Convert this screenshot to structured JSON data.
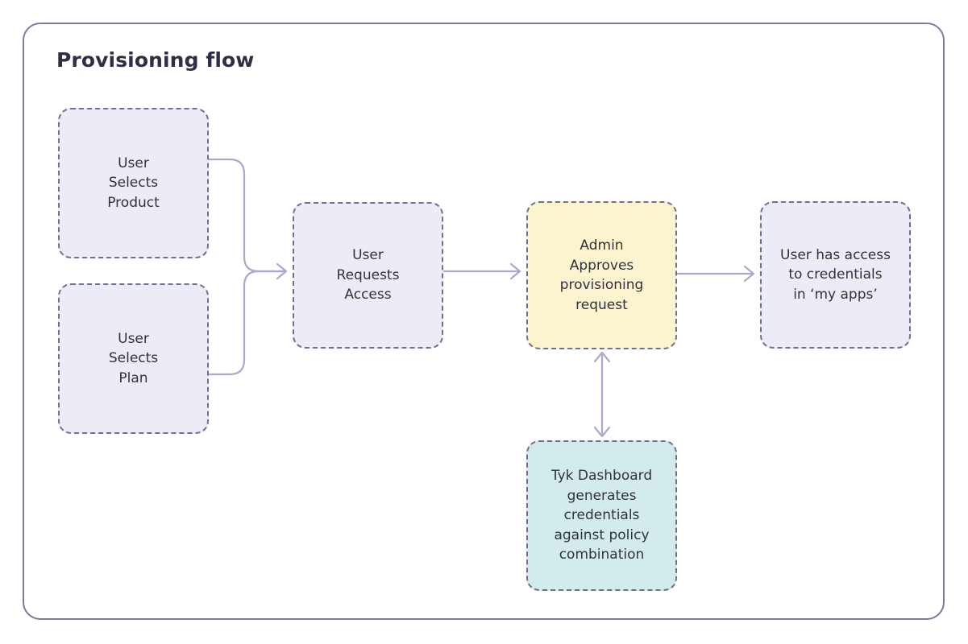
{
  "diagram": {
    "title": "Provisioning flow",
    "frame_border_color": "#7b7ba0",
    "node_border_color": "#6f6f94",
    "connector_color": "#a9a9cd",
    "text_color": "#31313f",
    "fills": {
      "lavender": "#ececf6",
      "yellow": "#fcf4cf",
      "teal": "#d2ecec"
    },
    "nodes": [
      {
        "id": "user-selects-product",
        "label": "User\nSelects\nProduct",
        "fill": "lavender"
      },
      {
        "id": "user-selects-plan",
        "label": "User\nSelects\nPlan",
        "fill": "lavender"
      },
      {
        "id": "user-requests-access",
        "label": "User\nRequests\nAccess",
        "fill": "lavender"
      },
      {
        "id": "admin-approves-provisioning-request",
        "label": "Admin\nApproves\nprovisioning\nrequest",
        "fill": "yellow"
      },
      {
        "id": "user-has-access-to-credentials",
        "label": "User has access\nto credentials\nin ‘my apps’",
        "fill": "lavender"
      },
      {
        "id": "tyk-dashboard-generates-credentials",
        "label": "Tyk Dashboard\ngenerates\ncredentials\nagainst policy\ncombination",
        "fill": "teal"
      }
    ],
    "edges": [
      {
        "id": "product-to-requests",
        "from": "user-selects-product",
        "to": "user-requests-access",
        "style": "elbow",
        "arrows": "end"
      },
      {
        "id": "plan-to-requests",
        "from": "user-selects-plan",
        "to": "user-requests-access",
        "style": "elbow",
        "arrows": "end"
      },
      {
        "id": "requests-to-admin",
        "from": "user-requests-access",
        "to": "admin-approves-provisioning-request",
        "style": "straight",
        "arrows": "end"
      },
      {
        "id": "admin-to-access",
        "from": "admin-approves-provisioning-request",
        "to": "user-has-access-to-credentials",
        "style": "straight",
        "arrows": "end"
      },
      {
        "id": "admin-tyk-bidirectional",
        "from": "admin-approves-provisioning-request",
        "to": "tyk-dashboard-generates-credentials",
        "style": "straight-vertical",
        "arrows": "both"
      }
    ]
  }
}
